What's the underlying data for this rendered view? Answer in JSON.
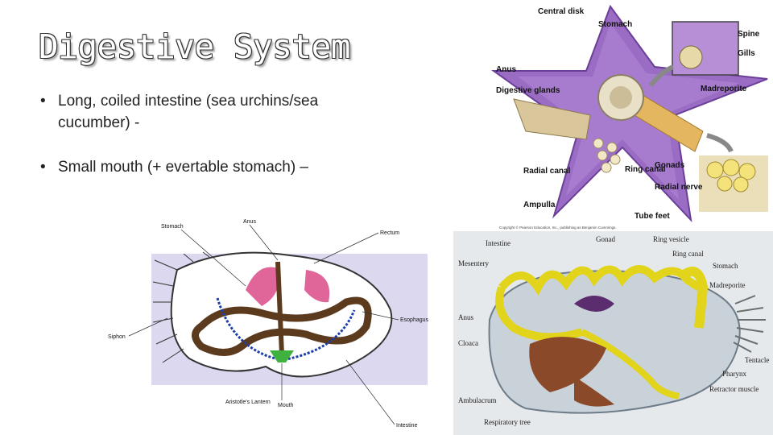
{
  "title": "Digestive System",
  "bullets": [
    "Long, coiled intestine (sea urchins/sea cucumber) -",
    "Small mouth (+ evertable stomach) –"
  ],
  "sea_star": {
    "labels": {
      "central_disk": "Central disk",
      "stomach": "Stomach",
      "spine": "Spine",
      "gills": "Gills",
      "anus": "Anus",
      "digestive_glands": "Digestive glands",
      "madreporite": "Madreporite",
      "gonads": "Gonads",
      "radial_canal": "Radial canal",
      "ring_canal": "Ring canal",
      "radial_nerve": "Radial nerve",
      "ampulla": "Ampulla",
      "tube_feet": "Tube feet"
    },
    "copyright": "Copyright © Pearson Education, Inc., publishing as Benjamin Cummings."
  },
  "urchin": {
    "labels": {
      "stomach": "Stomach",
      "anus": "Anus",
      "rectum": "Rectum",
      "siphon": "Siphon",
      "esophagus": "Esophagus",
      "aristotles_lantern": "Aristotle's Lantern",
      "mouth": "Mouth",
      "intestine": "Intestine"
    }
  },
  "cucumber": {
    "labels": {
      "intestine": "Intestine",
      "gonad": "Gonad",
      "ring_vesicle": "Ring vesicle",
      "ring_canal": "Ring canal",
      "mesentery": "Mesentery",
      "stomach": "Stomach",
      "madreporite": "Madreporite",
      "anus": "Anus",
      "cloaca": "Cloaca",
      "tentacle": "Tentacle",
      "pharynx": "Pharynx",
      "retractor_muscle": "Retractor muscle",
      "ambulacrum": "Ambulacrum",
      "respiratory_tree": "Respiratory tree"
    }
  }
}
